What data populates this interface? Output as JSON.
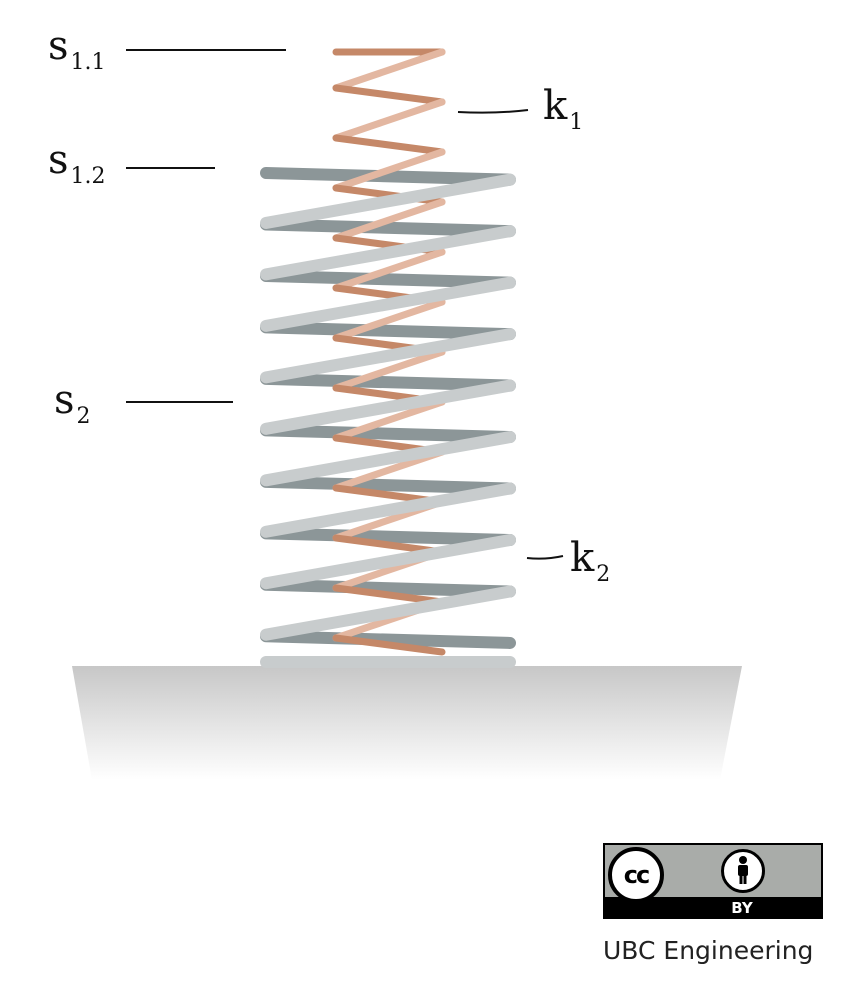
{
  "labels": {
    "s11": {
      "main": "s",
      "sub": "1.1"
    },
    "s12": {
      "main": "s",
      "sub": "1.2"
    },
    "s2": {
      "main": "s",
      "sub": "2"
    },
    "k1": {
      "main": "k",
      "sub": "1"
    },
    "k2": {
      "main": "k",
      "sub": "2"
    }
  },
  "license": {
    "icon": "creative-commons-by-icon",
    "cc_text": "cc",
    "by_text": "BY"
  },
  "credit": "UBC Engineering",
  "colors": {
    "outer_spring_light": "#c8cccd",
    "outer_spring_dark": "#8c9698",
    "inner_spring_light": "#e3b7a1",
    "inner_spring_dark": "#c58868",
    "ground": "#c9c9c9",
    "leader_line": "#111111"
  }
}
